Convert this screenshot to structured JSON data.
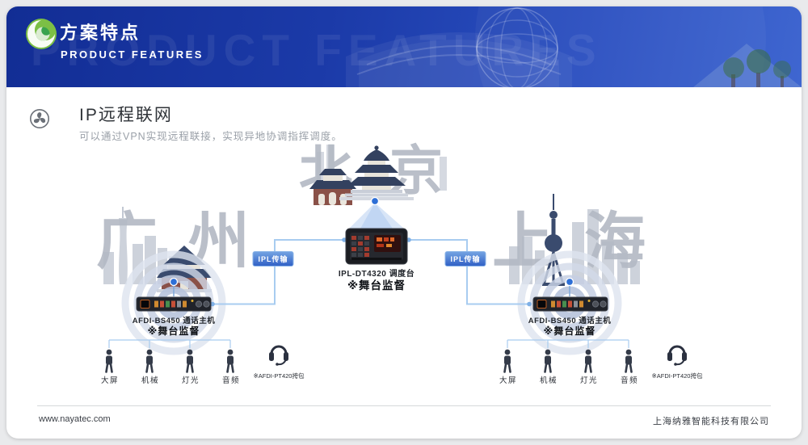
{
  "header": {
    "title_cn": "方案特点",
    "title_en": "PRODUCT FEATURES",
    "watermark": "PRODUCT FEATURES"
  },
  "section": {
    "title": "IP远程联网",
    "subtitle": "可以通过VPN实现远程联接，实现异地协调指挥调度。"
  },
  "diagram": {
    "center": {
      "city": "北京",
      "device_model": "IPL-DT4320 调度台",
      "device_role": "※舞台监督"
    },
    "left": {
      "city": "广州",
      "device_model": "AFDI-BS450 通话主机",
      "device_role": "※舞台监督",
      "staff": [
        "大屏",
        "机械",
        "灯光",
        "音频"
      ],
      "beltpack": "※AFDI-PT420挎包"
    },
    "right": {
      "city": "上海",
      "device_model": "AFDI-BS450 通话主机",
      "device_role": "※舞台监督",
      "staff": [
        "大屏",
        "机械",
        "灯光",
        "音频"
      ],
      "beltpack": "※AFDI-PT420挎包"
    },
    "links": {
      "left": "IPL传输",
      "right": "IPL传输"
    }
  },
  "footer": {
    "website": "www.nayatec.com",
    "company": "上海纳雅智能科技有限公司"
  },
  "colors": {
    "header_blue": "#16339b",
    "link_blue": "#a8ccf0",
    "accent_blue": "#2e6fd6",
    "watermark_gray": "#b3b9c4"
  }
}
